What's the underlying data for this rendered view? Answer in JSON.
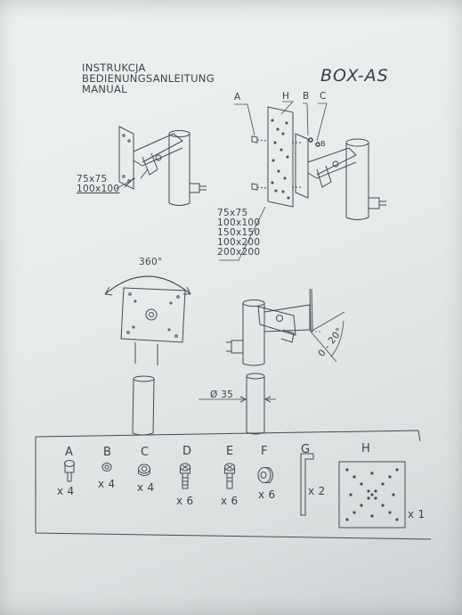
{
  "header": {
    "lines": [
      "INSTRUKCJA",
      "BEDIENUNGSANLEITUNG",
      "MANUAL"
    ],
    "model": "BOX-AS"
  },
  "fig1": {
    "sizes": [
      "75x75",
      "100x100"
    ]
  },
  "fig2": {
    "labels": [
      "A",
      "H",
      "B",
      "C"
    ],
    "small_b": "B",
    "sizes": [
      "75x75",
      "100x100",
      "150x150",
      "100x200",
      "200x200"
    ]
  },
  "fig3": {
    "rotation": "360°"
  },
  "fig4": {
    "tilt": "0 - 20°",
    "diameter": "Ø 35"
  },
  "parts": [
    {
      "letter": "A",
      "qty": "x 4"
    },
    {
      "letter": "B",
      "qty": "x 4"
    },
    {
      "letter": "C",
      "qty": "x 4"
    },
    {
      "letter": "D",
      "qty": "x 6"
    },
    {
      "letter": "E",
      "qty": "x 6"
    },
    {
      "letter": "F",
      "qty": "x 6"
    },
    {
      "letter": "G",
      "qty": "x 2"
    },
    {
      "letter": "H",
      "qty": "x 1"
    }
  ]
}
